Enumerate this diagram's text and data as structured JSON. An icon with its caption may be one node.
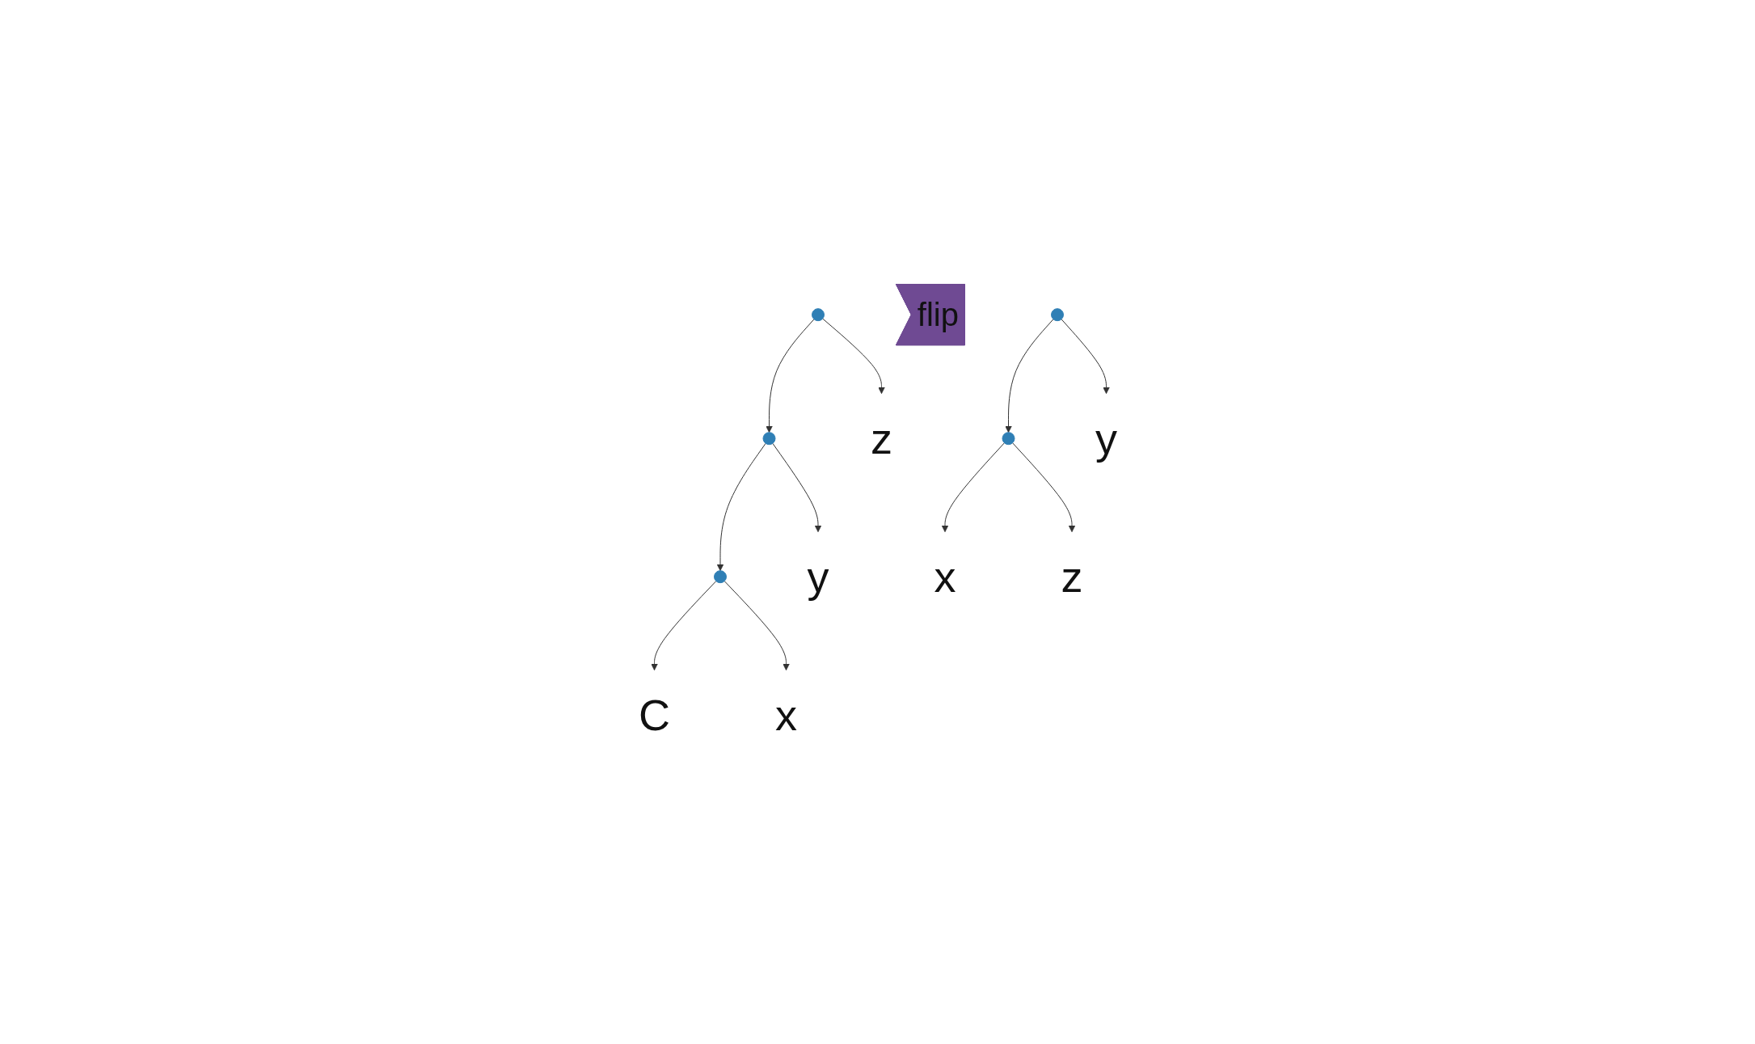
{
  "diagram": {
    "nodes": [
      {
        "text": [],
        "shape": "circle"
      },
      {
        "text": [],
        "shape": "circle"
      },
      {
        "text": [
          "z"
        ]
      },
      {
        "text": [],
        "shape": "circle"
      },
      {
        "text": [
          "y"
        ]
      },
      {
        "text": [
          "C"
        ]
      },
      {
        "text": [
          "x"
        ]
      },
      {
        "text": [
          "flip"
        ]
      },
      {
        "text": [],
        "shape": "circle"
      },
      {
        "text": [],
        "shape": "circle"
      },
      {
        "text": [
          "y"
        ]
      },
      {
        "text": [
          "x"
        ]
      },
      {
        "text": [
          "z"
        ]
      }
    ],
    "edges": [
      {
        "from": 0,
        "to": 1,
        "arrow": "to"
      },
      {
        "from": 0,
        "to": 2,
        "arrow": "to"
      },
      {
        "from": 1,
        "to": 3,
        "arrow": "to"
      },
      {
        "from": 1,
        "to": 4,
        "arrow": "to"
      },
      {
        "from": 3,
        "to": 5,
        "arrow": "to"
      },
      {
        "from": 3,
        "to": 6,
        "arrow": "to"
      },
      {
        "from": 8,
        "to": 9,
        "arrow": "to"
      },
      {
        "from": 8,
        "to": 10,
        "arrow": "to"
      },
      {
        "from": 9,
        "to": 11,
        "arrow": "to"
      },
      {
        "from": 9,
        "to": 12,
        "arrow": "to"
      }
    ]
  }
}
